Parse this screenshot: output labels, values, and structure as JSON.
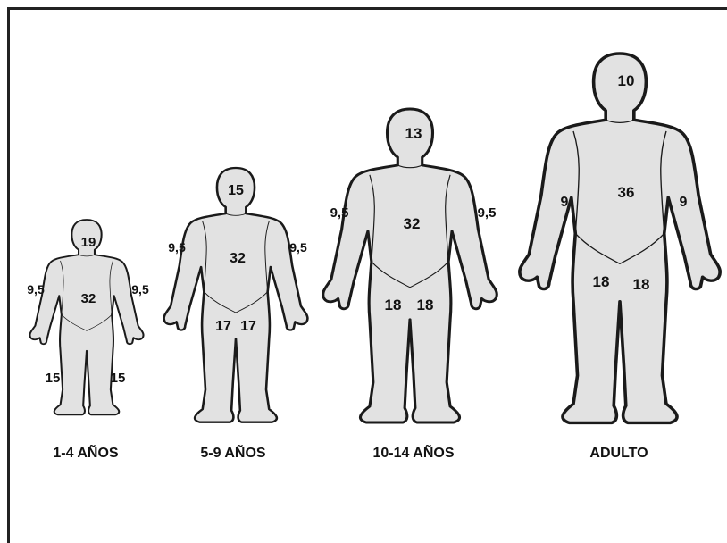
{
  "figures": [
    {
      "caption": "1-4 AÑOS",
      "head": "19",
      "trunk": "32",
      "left_arm": "9,5",
      "right_arm": "9,5",
      "left_leg": "15",
      "right_leg": "15"
    },
    {
      "caption": "5-9 AÑOS",
      "head": "15",
      "trunk": "32",
      "left_arm": "9,5",
      "right_arm": "9,5",
      "left_leg": "17",
      "right_leg": "17"
    },
    {
      "caption": "10-14 AÑOS",
      "head": "13",
      "trunk": "32",
      "left_arm": "9,5",
      "right_arm": "9,5",
      "left_leg": "18",
      "right_leg": "18"
    },
    {
      "caption": "ADULTO",
      "head": "10",
      "trunk": "36",
      "left_arm": "9",
      "right_arm": "9",
      "left_leg": "18",
      "right_leg": "18"
    }
  ],
  "colors": {
    "fill": "#e2e2e2",
    "outline": "#1a1a1a",
    "text": "#111111"
  }
}
